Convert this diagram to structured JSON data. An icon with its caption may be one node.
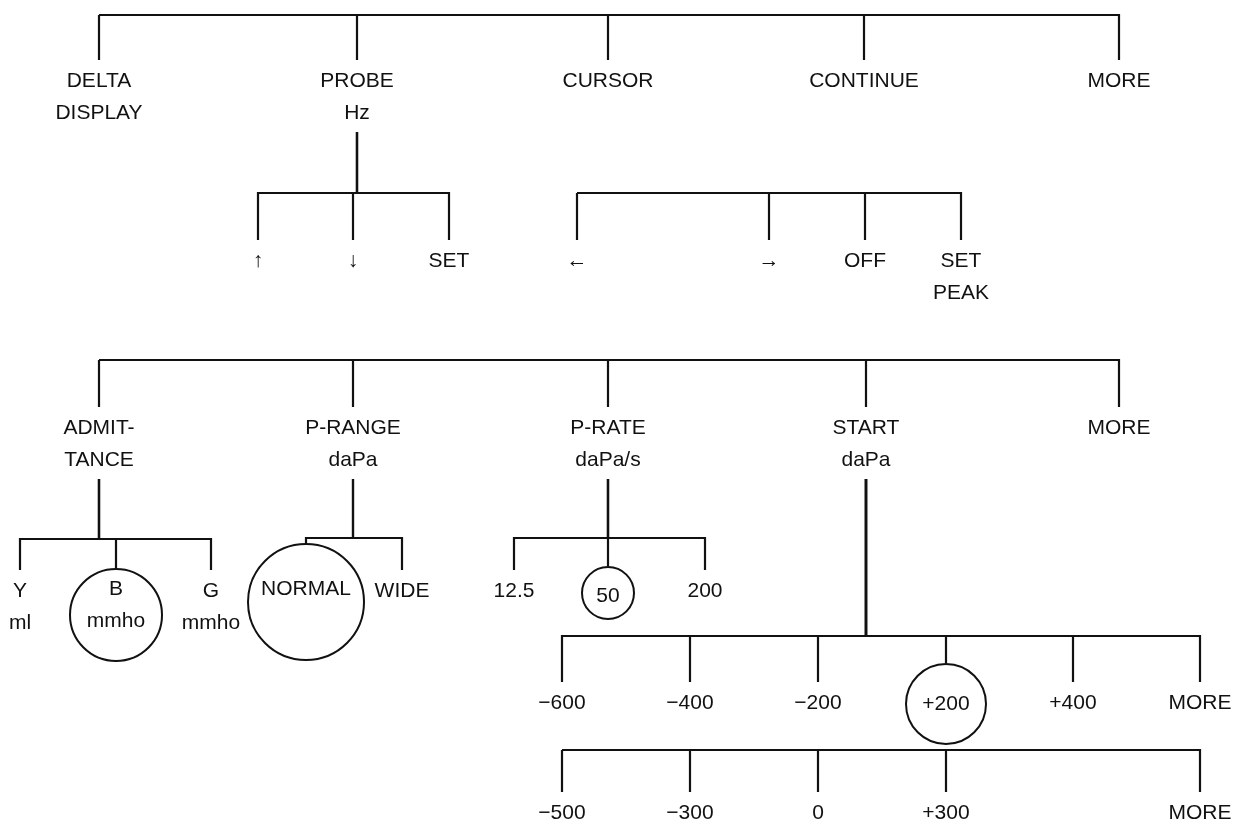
{
  "diagram": {
    "nodes": [
      {
        "text": [
          "DELTA DISPLAY"
        ]
      },
      {
        "text": [
          "PROBE",
          "Hz"
        ]
      },
      {
        "text": [
          "CURSOR"
        ]
      },
      {
        "text": [
          "CONTINUE"
        ]
      },
      {
        "text": [
          "MORE"
        ]
      },
      {
        "text": [
          "↑"
        ]
      },
      {
        "text": [
          "↓"
        ]
      },
      {
        "text": [
          "SET"
        ]
      },
      {
        "text": [
          "←"
        ]
      },
      {
        "text": [
          "→"
        ]
      },
      {
        "text": [
          "OFF"
        ]
      },
      {
        "text": [
          "SET PEAK"
        ]
      },
      {
        "text": [
          "ADMIT- TANCE"
        ]
      },
      {
        "text": [
          "P-RANGE",
          "daPa"
        ]
      },
      {
        "text": [
          "P-RATE",
          "daPa/s"
        ]
      },
      {
        "text": [
          "START",
          "daPa"
        ]
      },
      {
        "text": [
          "MORE"
        ]
      },
      {
        "text": [
          "Y",
          "ml"
        ]
      },
      {
        "text": [],
        "shape": "circle"
      },
      {
        "text": [
          "B",
          "mmho"
        ],
        "in": 18
      },
      {
        "text": [
          "G",
          "mmho"
        ]
      },
      {
        "text": [],
        "shape": "circle"
      },
      {
        "text": [
          "NORMAL"
        ],
        "in": 21
      },
      {
        "text": [
          "WIDE"
        ]
      },
      {
        "text": [
          "12.5"
        ]
      },
      {
        "text": [],
        "shape": "circle"
      },
      {
        "text": [
          "50"
        ],
        "in": 25
      },
      {
        "text": [
          "200"
        ]
      },
      {
        "text": [
          "−600"
        ]
      },
      {
        "text": [
          "−400"
        ]
      },
      {
        "text": [
          "−200"
        ]
      },
      {
        "text": [],
        "shape": "circle"
      },
      {
        "text": [
          "+200"
        ],
        "in": 31
      },
      {
        "text": [
          "+400"
        ]
      },
      {
        "text": [
          "MORE"
        ]
      },
      {
        "text": [
          "−500"
        ]
      },
      {
        "text": [
          "−300"
        ]
      },
      {
        "text": [
          "0"
        ]
      },
      {
        "text": [
          "+300"
        ]
      },
      {
        "text": [
          "MORE"
        ]
      }
    ],
    "edges": [
      {
        "from": null,
        "to": 0,
        "arrow": "none"
      },
      {
        "from": null,
        "to": 1,
        "arrow": "none"
      },
      {
        "from": null,
        "to": 2,
        "arrow": "none"
      },
      {
        "from": null,
        "to": 3,
        "arrow": "none"
      },
      {
        "from": null,
        "to": 4,
        "arrow": "none"
      },
      {
        "from": 1,
        "to": 5,
        "arrow": "none"
      },
      {
        "from": 1,
        "to": 6,
        "arrow": "none"
      },
      {
        "from": 1,
        "to": 7,
        "arrow": "none"
      },
      {
        "from": null,
        "to": 8,
        "arrow": "none"
      },
      {
        "from": null,
        "to": 9,
        "arrow": "none"
      },
      {
        "from": null,
        "to": 10,
        "arrow": "none"
      },
      {
        "from": null,
        "to": 11,
        "arrow": "none"
      },
      {
        "from": null,
        "to": 12,
        "arrow": "none"
      },
      {
        "from": null,
        "to": 13,
        "arrow": "none"
      },
      {
        "from": null,
        "to": 14,
        "arrow": "none"
      },
      {
        "from": null,
        "to": 15,
        "arrow": "none"
      },
      {
        "from": null,
        "to": 16,
        "arrow": "none"
      },
      {
        "from": 12,
        "to": 17,
        "arrow": "none"
      },
      {
        "from": 12,
        "to": 18,
        "arrow": "none"
      },
      {
        "from": 12,
        "to": 20,
        "arrow": "none"
      },
      {
        "from": 13,
        "to": 21,
        "arrow": "none"
      },
      {
        "from": 13,
        "to": 23,
        "arrow": "none"
      },
      {
        "from": 14,
        "to": 24,
        "arrow": "none"
      },
      {
        "from": 14,
        "to": 25,
        "arrow": "none"
      },
      {
        "from": 14,
        "to": 27,
        "arrow": "none"
      },
      {
        "from": 15,
        "to": 28,
        "arrow": "none"
      },
      {
        "from": 15,
        "to": 29,
        "arrow": "none"
      },
      {
        "from": 15,
        "to": 30,
        "arrow": "none"
      },
      {
        "from": 15,
        "to": 31,
        "arrow": "none"
      },
      {
        "from": 15,
        "to": 33,
        "arrow": "none"
      },
      {
        "from": 15,
        "to": 34,
        "arrow": "none"
      },
      {
        "from": null,
        "to": 35,
        "arrow": "none"
      },
      {
        "from": null,
        "to": 36,
        "arrow": "none"
      },
      {
        "from": null,
        "to": 37,
        "arrow": "none"
      },
      {
        "from": null,
        "to": 38,
        "arrow": "none"
      },
      {
        "from": null,
        "to": 39,
        "arrow": "none"
      }
    ]
  }
}
